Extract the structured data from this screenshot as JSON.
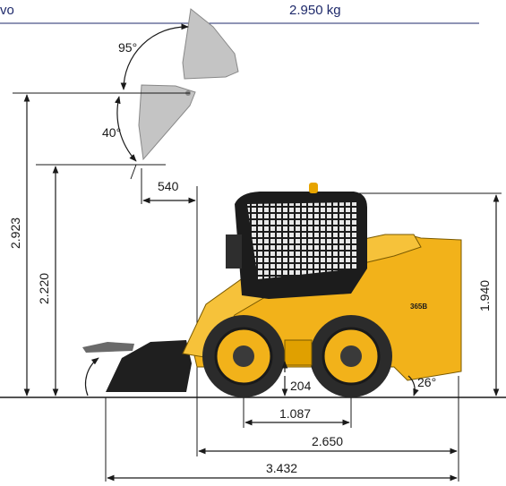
{
  "header": {
    "left_fragment": "vo",
    "weight": "2.950 kg"
  },
  "model_label": "365B",
  "dimensions": {
    "bucket_rollback_angle": "95°",
    "bucket_dump_angle": "40°",
    "dump_reach": "540",
    "max_pin_height": "2.923",
    "dump_height": "2.220",
    "cab_height": "1.940",
    "ground_clearance": "204",
    "departure_angle": "26°",
    "wheelbase": "1.087",
    "length_without_bucket": "2.650",
    "length_with_bucket": "3.432"
  },
  "colors": {
    "machine_yellow": "#f2b21a",
    "tire": "#2b2b2b",
    "cab": "#1c1c1c",
    "bucket_ghost": "#c4c4c4",
    "header_text": "#1f2a6b"
  }
}
